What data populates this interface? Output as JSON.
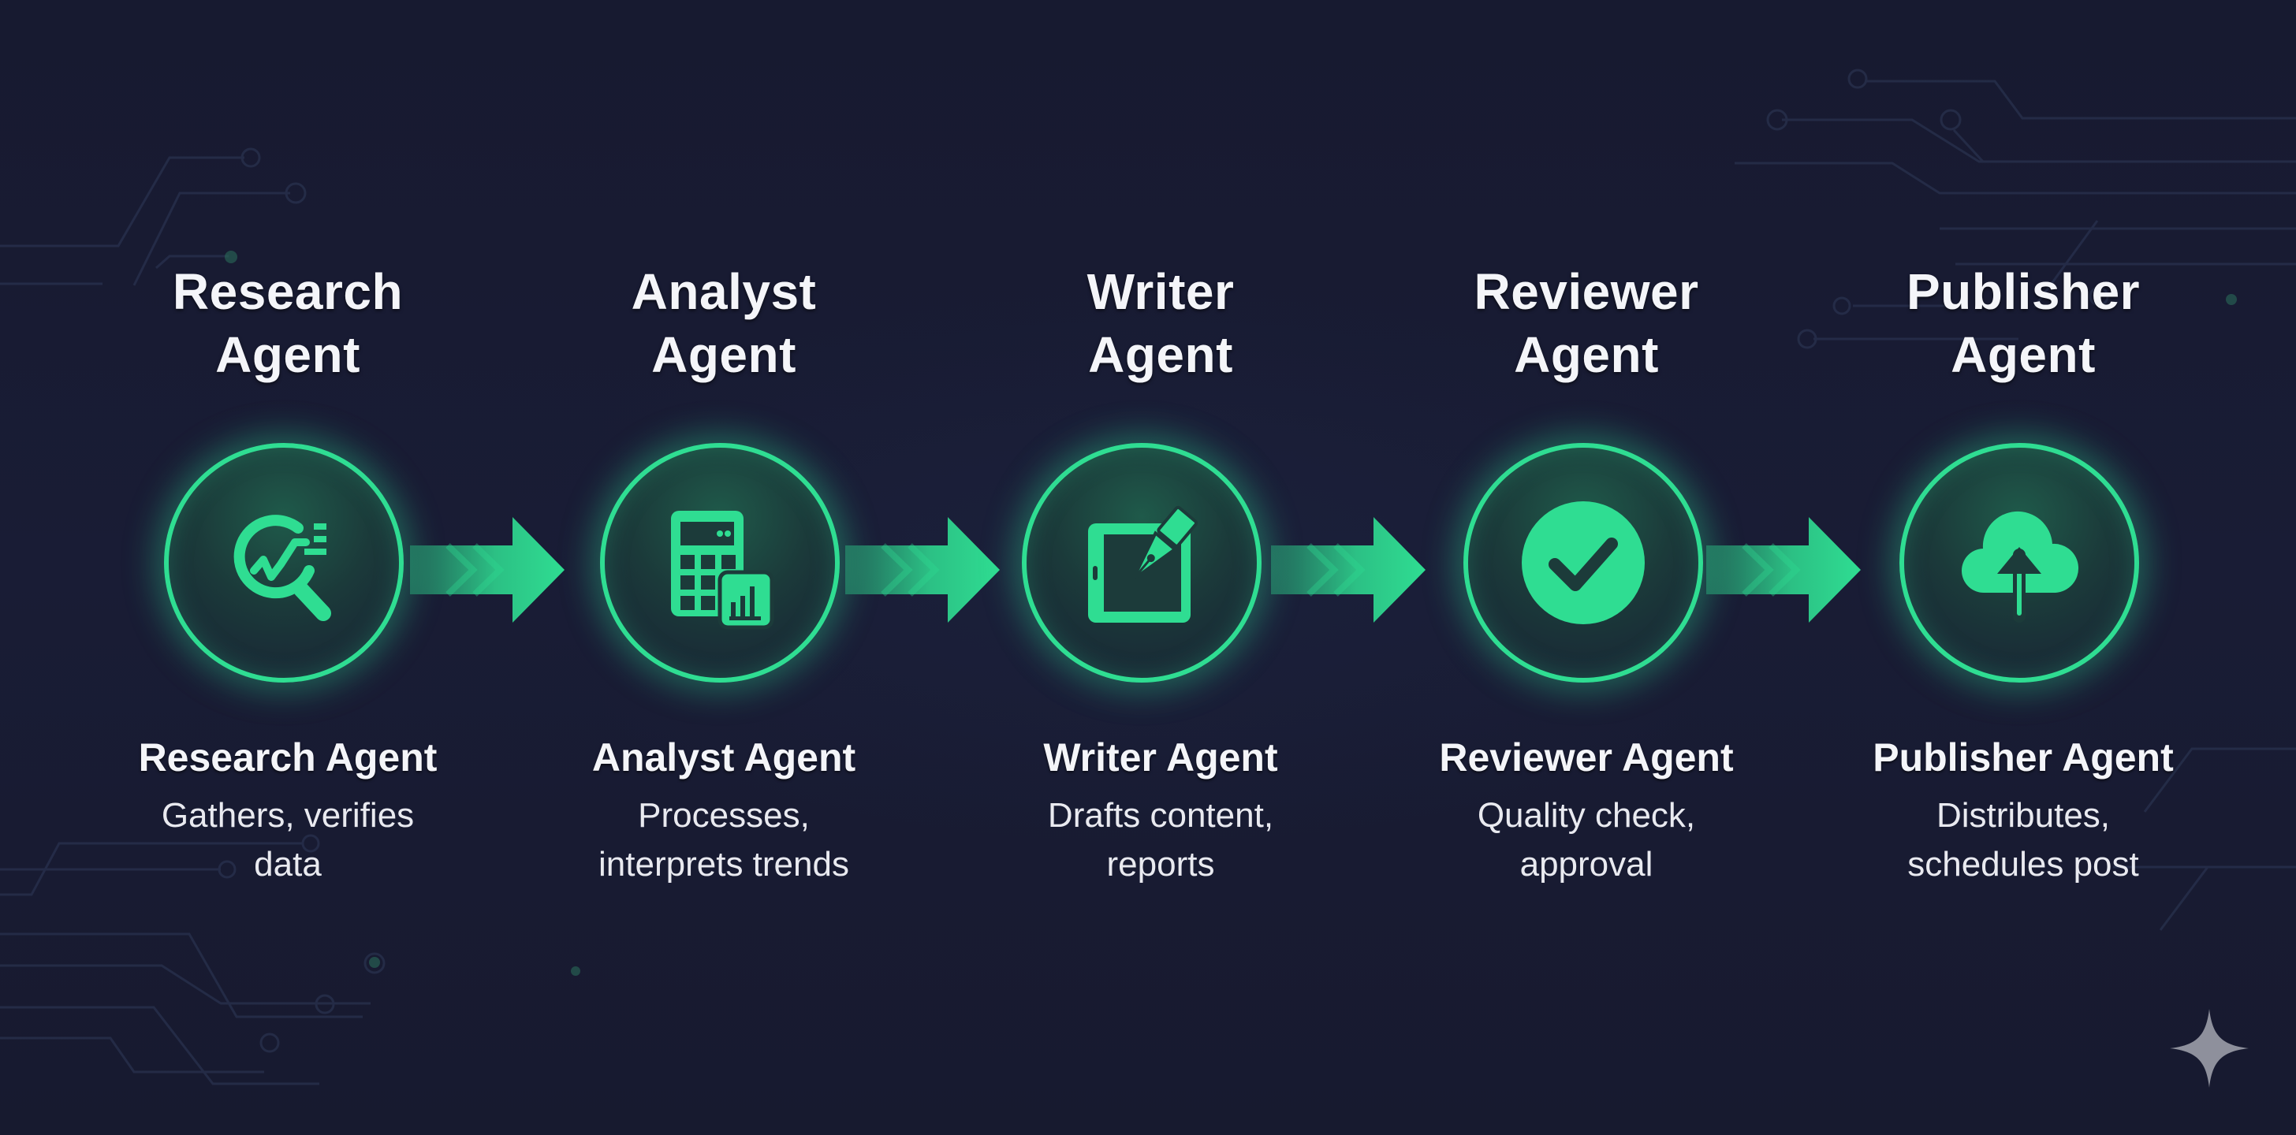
{
  "diagram": {
    "type": "pipeline",
    "direction": "left-to-right",
    "accent_color": "#2fdd92",
    "background_color": "#181a31",
    "text_color": "#f4f5f9"
  },
  "steps": [
    {
      "title_line1": "Research",
      "title_line2": "Agent",
      "icon": "search-analytics-icon",
      "label": "Research Agent",
      "desc_line1": "Gathers, verifies",
      "desc_line2": "data"
    },
    {
      "title_line1": "Analyst",
      "title_line2": "Agent",
      "icon": "calculator-chart-icon",
      "label": "Analyst Agent",
      "desc_line1": "Processes,",
      "desc_line2": "interprets trends"
    },
    {
      "title_line1": "Writer",
      "title_line2": "Agent",
      "icon": "tablet-pen-icon",
      "label": "Writer Agent",
      "desc_line1": "Drafts content,",
      "desc_line2": "reports"
    },
    {
      "title_line1": "Reviewer",
      "title_line2": "Agent",
      "icon": "check-circle-icon",
      "label": "Reviewer Agent",
      "desc_line1": "Quality check,",
      "desc_line2": "approval"
    },
    {
      "title_line1": "Publisher",
      "title_line2": "Agent",
      "icon": "cloud-upload-icon",
      "label": "Publisher Agent",
      "desc_line1": "Distributes,",
      "desc_line2": "schedules post"
    }
  ],
  "connectors": [
    {
      "from": "Research Agent",
      "to": "Analyst Agent",
      "icon": "arrow-right-icon"
    },
    {
      "from": "Analyst Agent",
      "to": "Writer Agent",
      "icon": "arrow-right-icon"
    },
    {
      "from": "Writer Agent",
      "to": "Reviewer Agent",
      "icon": "arrow-right-icon"
    },
    {
      "from": "Reviewer Agent",
      "to": "Publisher Agent",
      "icon": "arrow-right-icon"
    }
  ],
  "watermark": {
    "icon": "sparkle-icon",
    "color": "#8e909c"
  }
}
